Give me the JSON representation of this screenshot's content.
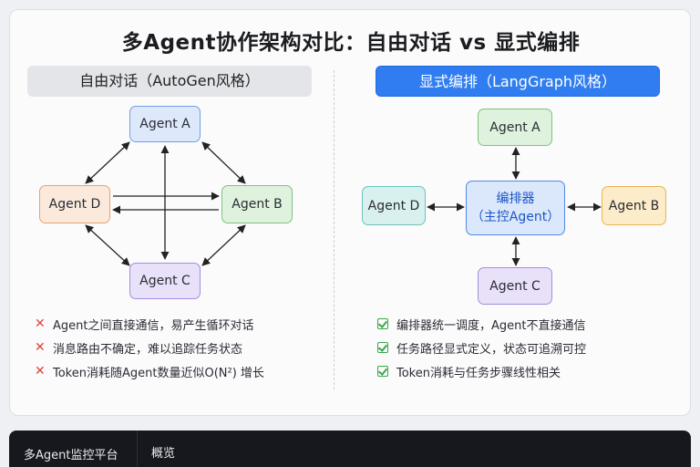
{
  "title": "多Agent协作架构对比：自由对话 vs 显式编排",
  "left": {
    "header": "自由对话（AutoGen风格）",
    "nodes": {
      "a": "Agent A",
      "b": "Agent B",
      "c": "Agent C",
      "d": "Agent D"
    },
    "issues": [
      "Agent之间直接通信，易产生循环对话",
      "消息路由不确定，难以追踪任务状态",
      "Token消耗随Agent数量近似O(N²) 增长"
    ]
  },
  "right": {
    "header": "显式编排（LangGraph风格）",
    "center_node": {
      "title": "编排器",
      "subtitle": "（主控Agent）"
    },
    "nodes": {
      "a": "Agent A",
      "b": "Agent B",
      "c": "Agent C",
      "d": "Agent D"
    },
    "benefits": [
      "编排器统一调度，Agent不直接通信",
      "任务路径显式定义，状态可追溯可控",
      "Token消耗与任务步骤线性相关"
    ]
  },
  "bottom_bar": {
    "brand": "多Agent监控平台",
    "nav_item": "概览"
  },
  "colors": {
    "accent": "#2f7df0",
    "error": "#e0433a",
    "success": "#3aa64a"
  },
  "icons": {
    "issue": "cross-icon",
    "benefit": "checkbox-icon"
  }
}
